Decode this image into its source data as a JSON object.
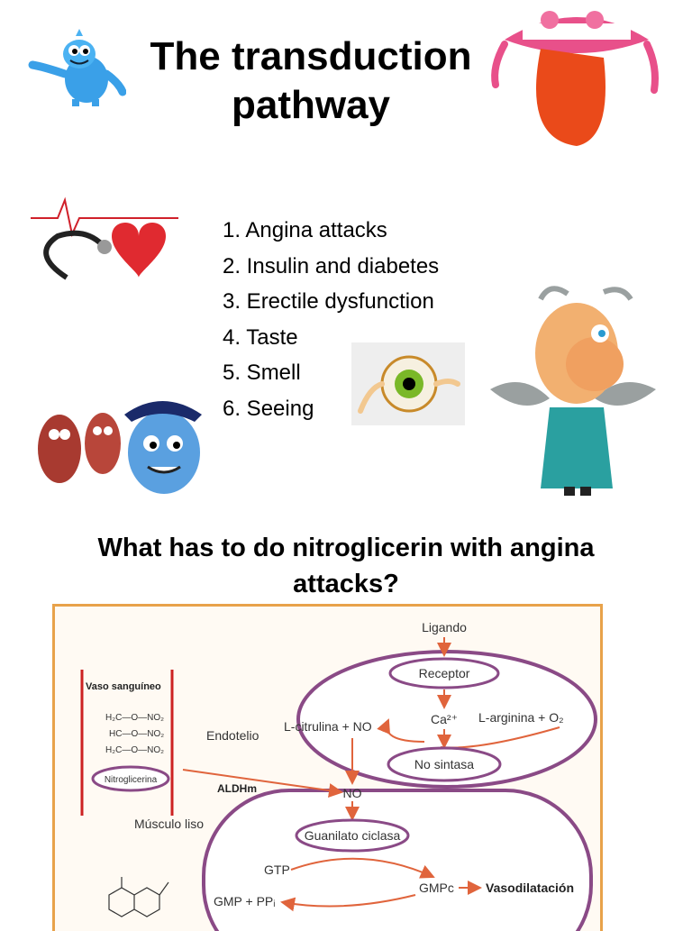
{
  "title": {
    "line1": "The transduction",
    "line2": "pathway"
  },
  "topics": [
    "1. Angina attacks",
    "2. Insulin and diabetes",
    "3. Erectile dysfunction",
    "4. Taste",
    "5. Smell",
    "6. Seeing"
  ],
  "question": {
    "line1": "What has to do nitroglicerin with angina",
    "line2": "attacks?"
  },
  "diagram": {
    "ligando": "Ligando",
    "receptor": "Receptor",
    "ca": "Ca²⁺",
    "arginina": "L-arginina + O₂",
    "citrulina": "L-citrulina + NO",
    "endotelio": "Endotelio",
    "no_sintasa": "No sintasa",
    "vaso": "Vaso sanguíneo",
    "nitroglicerina": "Nitroglicerina",
    "aldhm": "ALDHm",
    "no": "NO",
    "musculo": "Músculo liso",
    "guanilato": "Guanilato ciclasa",
    "gtp": "GTP",
    "gmpc": "GMPc",
    "vasodilatacion": "Vasodilatación",
    "gmp": "GMP + PPᵢ",
    "formula_rows": [
      "H₂C—O—NO₂",
      "HC—O—NO₂",
      "H₂C—O—NO₂"
    ]
  },
  "colors": {
    "arrow": "#e0643c",
    "oval": "#8a4a86",
    "frame": "#e8a24a",
    "bar": "#cc2222"
  }
}
